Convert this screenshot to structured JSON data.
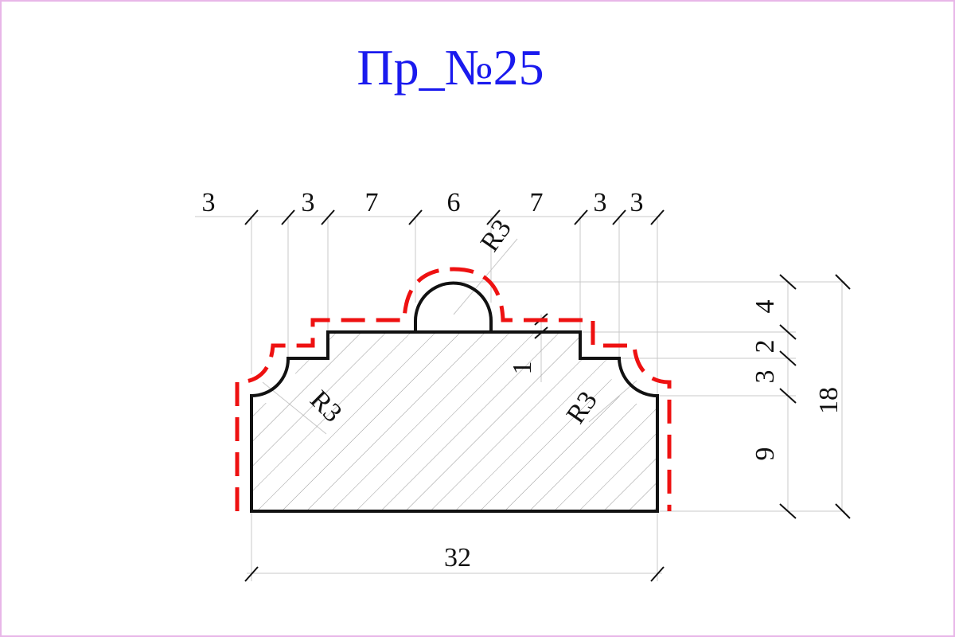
{
  "title": "Пр_№25",
  "colors": {
    "title": "#1a1aee",
    "profile_outline": "#111111",
    "offset_dashed": "#ee1111",
    "hatch": "#9a9a9a",
    "dimension_lines": "#c8c8c8",
    "frame_border": "#e8b6e8"
  },
  "dimensions": {
    "top_segments": [
      "3",
      "3",
      "7",
      "6",
      "7",
      "3",
      "3"
    ],
    "bottom_width": "32",
    "right_segments": [
      "4",
      "2",
      "3",
      "9"
    ],
    "right_total": "18",
    "radius_top": "R3",
    "radius_left": "R3",
    "radius_right": "R3",
    "inner_step": "1"
  }
}
